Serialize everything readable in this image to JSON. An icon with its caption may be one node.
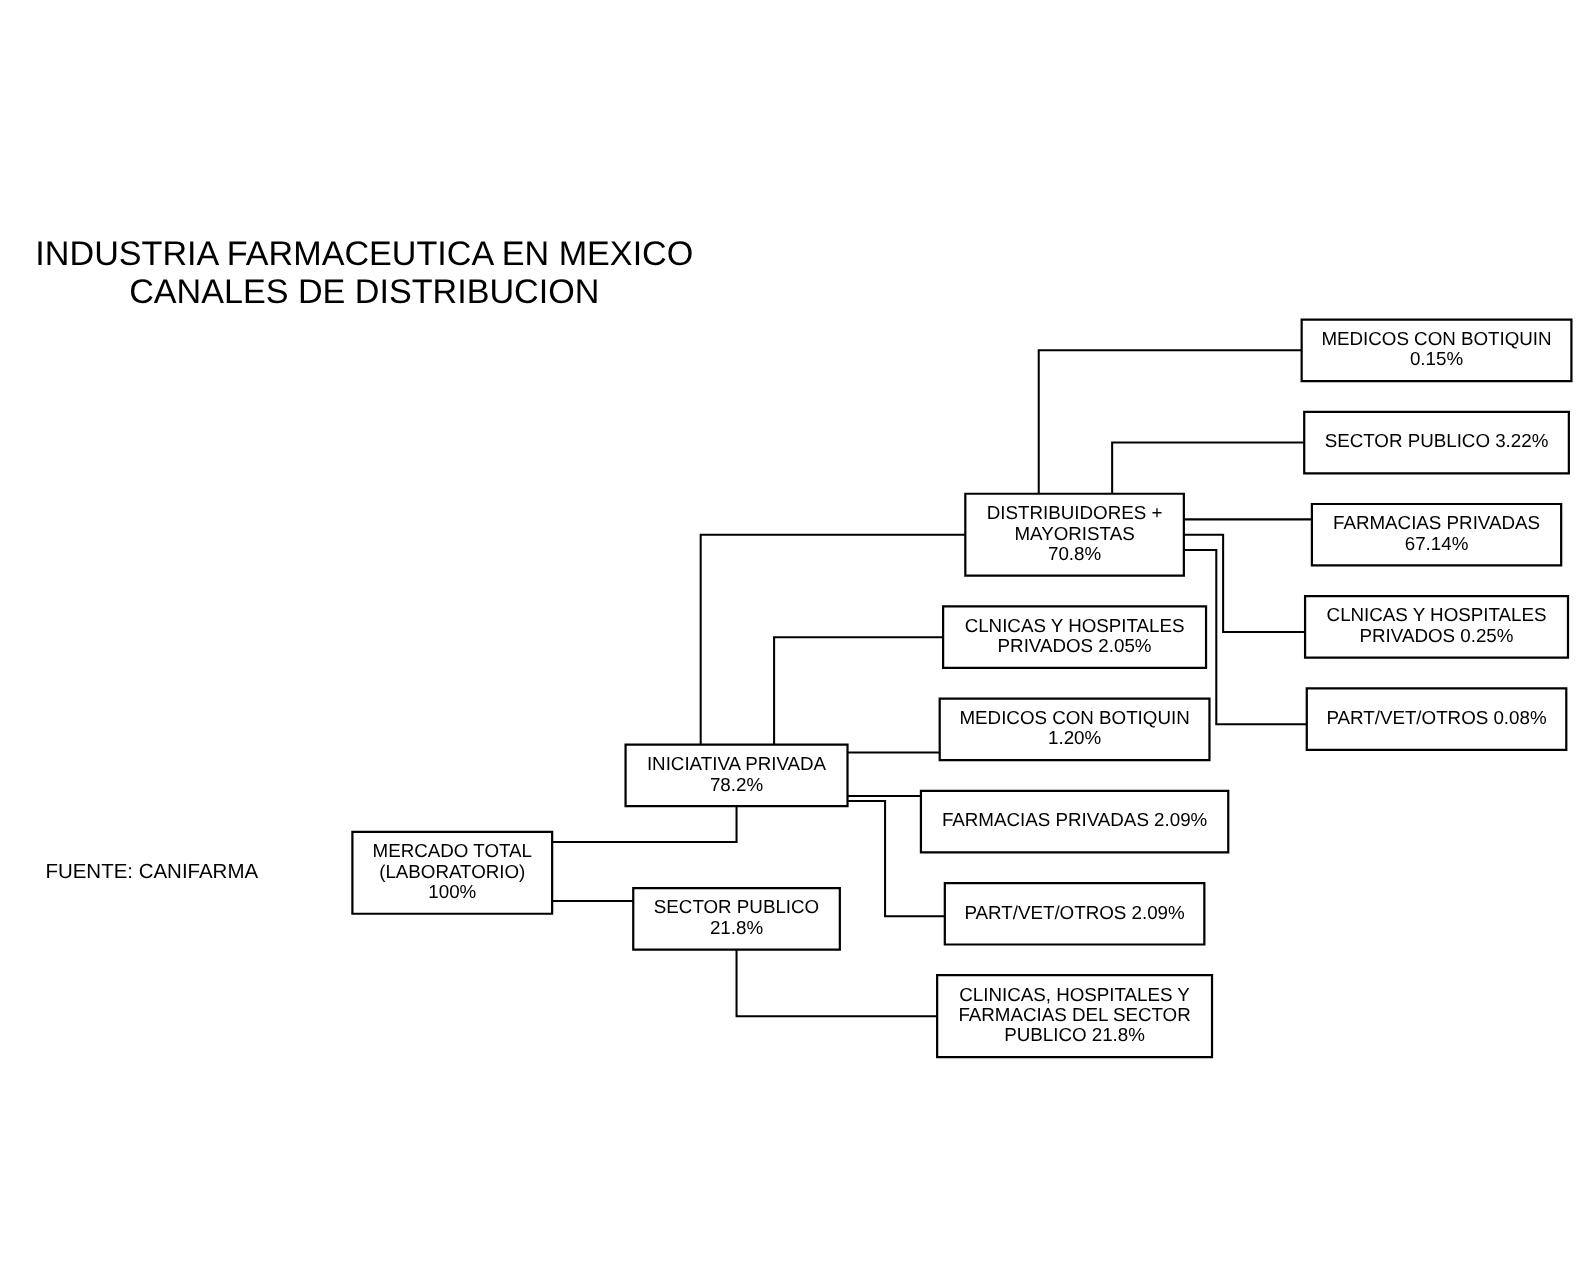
{
  "diagram": {
    "title": "INDUSTRIA FARMACEUTICA EN MEXICO CANALES DE DISTRIBUCION",
    "nodes": [
      {
        "text": [
          "MERCADO TOTAL (LABORATORIO)",
          "100%"
        ]
      },
      {
        "text": [
          "INICIATIVA PRIVADA",
          "78.2%"
        ]
      },
      {
        "text": [
          "DISTRIBUIDORES + MAYORISTAS",
          "70.8%"
        ]
      },
      {
        "text": [
          "MEDICOS CON BOTIQUIN 0.15%"
        ]
      },
      {
        "text": [
          "SECTOR PUBLICO 3.22%"
        ]
      },
      {
        "text": [
          "FARMACIAS PRIVADAS 67.14%"
        ]
      },
      {
        "text": [
          "CLNICAS Y HOSPITALES PRIVADOS 0.25%"
        ]
      },
      {
        "text": [
          "PART/VET/OTROS 0.08%"
        ]
      },
      {
        "text": [
          "CLNICAS Y HOSPITALES PRIVADOS 2.05%"
        ]
      },
      {
        "text": [
          "MEDICOS CON BOTIQUIN 1.20%"
        ]
      },
      {
        "text": [
          "FARMACIAS PRIVADAS 2.09%"
        ]
      },
      {
        "text": [
          "PART/VET/OTROS 2.09%"
        ]
      },
      {
        "text": [
          "SECTOR PUBLICO",
          "21.8%"
        ]
      },
      {
        "text": [
          "CLINICAS, HOSPITALES Y FARMACIAS DEL SECTOR PUBLICO 21.8%"
        ]
      }
    ],
    "edges": [
      {
        "from": 0,
        "to": 1,
        "arrow": "none"
      },
      {
        "from": 0,
        "to": 12,
        "arrow": "none"
      },
      {
        "from": 1,
        "to": 2,
        "arrow": "none"
      },
      {
        "from": 2,
        "to": 3,
        "arrow": "none"
      },
      {
        "from": 2,
        "to": 4,
        "arrow": "none"
      },
      {
        "from": 2,
        "to": 5,
        "arrow": "none"
      },
      {
        "from": 2,
        "to": 6,
        "arrow": "none"
      },
      {
        "from": 2,
        "to": 7,
        "arrow": "none"
      },
      {
        "from": 1,
        "to": 8,
        "arrow": "none"
      },
      {
        "from": 1,
        "to": 9,
        "arrow": "none"
      },
      {
        "from": 1,
        "to": 10,
        "arrow": "none"
      },
      {
        "from": 1,
        "to": 11,
        "arrow": "none"
      },
      {
        "from": 12,
        "to": 13,
        "arrow": "none"
      }
    ],
    "labels": [
      "FUENTE: CANIFARMA"
    ]
  }
}
